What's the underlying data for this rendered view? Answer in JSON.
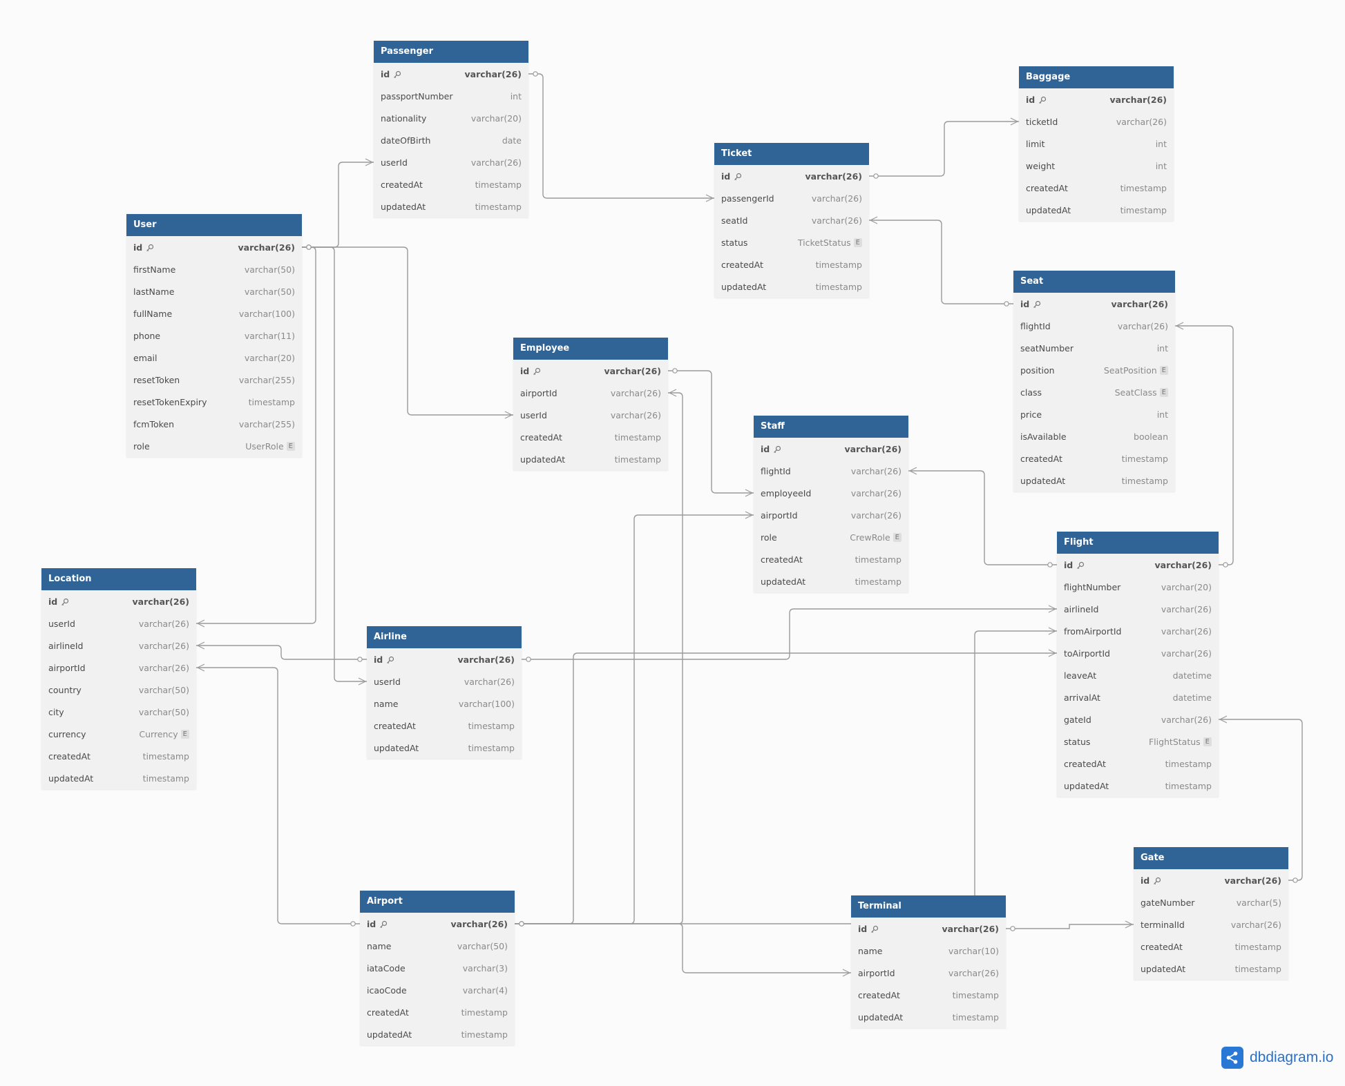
{
  "diagram": {
    "tables": [
      {
        "id": "passenger",
        "name": "Passenger",
        "fields": [
          {
            "name": "id",
            "type": "varchar(26)",
            "pk": true
          },
          {
            "name": "passportNumber",
            "type": "int"
          },
          {
            "name": "nationality",
            "type": "varchar(20)"
          },
          {
            "name": "dateOfBirth",
            "type": "date"
          },
          {
            "name": "userId",
            "type": "varchar(26)"
          },
          {
            "name": "createdAt",
            "type": "timestamp"
          },
          {
            "name": "updatedAt",
            "type": "timestamp"
          }
        ]
      },
      {
        "id": "baggage",
        "name": "Baggage",
        "fields": [
          {
            "name": "id",
            "type": "varchar(26)",
            "pk": true
          },
          {
            "name": "ticketId",
            "type": "varchar(26)"
          },
          {
            "name": "limit",
            "type": "int"
          },
          {
            "name": "weight",
            "type": "int"
          },
          {
            "name": "createdAt",
            "type": "timestamp"
          },
          {
            "name": "updatedAt",
            "type": "timestamp"
          }
        ]
      },
      {
        "id": "ticket",
        "name": "Ticket",
        "fields": [
          {
            "name": "id",
            "type": "varchar(26)",
            "pk": true
          },
          {
            "name": "passengerId",
            "type": "varchar(26)"
          },
          {
            "name": "seatId",
            "type": "varchar(26)"
          },
          {
            "name": "status",
            "type": "TicketStatus",
            "enum": true
          },
          {
            "name": "createdAt",
            "type": "timestamp"
          },
          {
            "name": "updatedAt",
            "type": "timestamp"
          }
        ]
      },
      {
        "id": "user",
        "name": "User",
        "fields": [
          {
            "name": "id",
            "type": "varchar(26)",
            "pk": true
          },
          {
            "name": "firstName",
            "type": "varchar(50)"
          },
          {
            "name": "lastName",
            "type": "varchar(50)"
          },
          {
            "name": "fullName",
            "type": "varchar(100)"
          },
          {
            "name": "phone",
            "type": "varchar(11)"
          },
          {
            "name": "email",
            "type": "varchar(20)"
          },
          {
            "name": "resetToken",
            "type": "varchar(255)"
          },
          {
            "name": "resetTokenExpiry",
            "type": "timestamp"
          },
          {
            "name": "fcmToken",
            "type": "varchar(255)"
          },
          {
            "name": "role",
            "type": "UserRole",
            "enum": true
          }
        ]
      },
      {
        "id": "seat",
        "name": "Seat",
        "fields": [
          {
            "name": "id",
            "type": "varchar(26)",
            "pk": true
          },
          {
            "name": "flightId",
            "type": "varchar(26)"
          },
          {
            "name": "seatNumber",
            "type": "int"
          },
          {
            "name": "position",
            "type": "SeatPosition",
            "enum": true
          },
          {
            "name": "class",
            "type": "SeatClass",
            "enum": true
          },
          {
            "name": "price",
            "type": "int"
          },
          {
            "name": "isAvailable",
            "type": "boolean"
          },
          {
            "name": "createdAt",
            "type": "timestamp"
          },
          {
            "name": "updatedAt",
            "type": "timestamp"
          }
        ]
      },
      {
        "id": "employee",
        "name": "Employee",
        "fields": [
          {
            "name": "id",
            "type": "varchar(26)",
            "pk": true
          },
          {
            "name": "airportId",
            "type": "varchar(26)"
          },
          {
            "name": "userId",
            "type": "varchar(26)"
          },
          {
            "name": "createdAt",
            "type": "timestamp"
          },
          {
            "name": "updatedAt",
            "type": "timestamp"
          }
        ]
      },
      {
        "id": "staff",
        "name": "Staff",
        "fields": [
          {
            "name": "id",
            "type": "varchar(26)",
            "pk": true
          },
          {
            "name": "flightId",
            "type": "varchar(26)"
          },
          {
            "name": "employeeId",
            "type": "varchar(26)"
          },
          {
            "name": "airportId",
            "type": "varchar(26)"
          },
          {
            "name": "role",
            "type": "CrewRole",
            "enum": true
          },
          {
            "name": "createdAt",
            "type": "timestamp"
          },
          {
            "name": "updatedAt",
            "type": "timestamp"
          }
        ]
      },
      {
        "id": "flight",
        "name": "Flight",
        "fields": [
          {
            "name": "id",
            "type": "varchar(26)",
            "pk": true
          },
          {
            "name": "flightNumber",
            "type": "varchar(20)"
          },
          {
            "name": "airlineId",
            "type": "varchar(26)"
          },
          {
            "name": "fromAirportId",
            "type": "varchar(26)"
          },
          {
            "name": "toAirportId",
            "type": "varchar(26)"
          },
          {
            "name": "leaveAt",
            "type": "datetime"
          },
          {
            "name": "arrivalAt",
            "type": "datetime"
          },
          {
            "name": "gateId",
            "type": "varchar(26)"
          },
          {
            "name": "status",
            "type": "FlightStatus",
            "enum": true
          },
          {
            "name": "createdAt",
            "type": "timestamp"
          },
          {
            "name": "updatedAt",
            "type": "timestamp"
          }
        ]
      },
      {
        "id": "location",
        "name": "Location",
        "fields": [
          {
            "name": "id",
            "type": "varchar(26)",
            "pk": true
          },
          {
            "name": "userId",
            "type": "varchar(26)"
          },
          {
            "name": "airlineId",
            "type": "varchar(26)"
          },
          {
            "name": "airportId",
            "type": "varchar(26)"
          },
          {
            "name": "country",
            "type": "varchar(50)"
          },
          {
            "name": "city",
            "type": "varchar(50)"
          },
          {
            "name": "currency",
            "type": "Currency",
            "enum": true
          },
          {
            "name": "createdAt",
            "type": "timestamp"
          },
          {
            "name": "updatedAt",
            "type": "timestamp"
          }
        ]
      },
      {
        "id": "airline",
        "name": "Airline",
        "fields": [
          {
            "name": "id",
            "type": "varchar(26)",
            "pk": true
          },
          {
            "name": "userId",
            "type": "varchar(26)"
          },
          {
            "name": "name",
            "type": "varchar(100)"
          },
          {
            "name": "createdAt",
            "type": "timestamp"
          },
          {
            "name": "updatedAt",
            "type": "timestamp"
          }
        ]
      },
      {
        "id": "airport",
        "name": "Airport",
        "fields": [
          {
            "name": "id",
            "type": "varchar(26)",
            "pk": true
          },
          {
            "name": "name",
            "type": "varchar(50)"
          },
          {
            "name": "iataCode",
            "type": "varchar(3)"
          },
          {
            "name": "icaoCode",
            "type": "varchar(4)"
          },
          {
            "name": "createdAt",
            "type": "timestamp"
          },
          {
            "name": "updatedAt",
            "type": "timestamp"
          }
        ]
      },
      {
        "id": "terminal",
        "name": "Terminal",
        "fields": [
          {
            "name": "id",
            "type": "varchar(26)",
            "pk": true
          },
          {
            "name": "name",
            "type": "varchar(10)"
          },
          {
            "name": "airportId",
            "type": "varchar(26)"
          },
          {
            "name": "createdAt",
            "type": "timestamp"
          },
          {
            "name": "updatedAt",
            "type": "timestamp"
          }
        ]
      },
      {
        "id": "gate",
        "name": "Gate",
        "fields": [
          {
            "name": "id",
            "type": "varchar(26)",
            "pk": true
          },
          {
            "name": "gateNumber",
            "type": "varchar(5)"
          },
          {
            "name": "terminalId",
            "type": "varchar(26)"
          },
          {
            "name": "createdAt",
            "type": "timestamp"
          },
          {
            "name": "updatedAt",
            "type": "timestamp"
          }
        ]
      }
    ],
    "relations": [
      {
        "from": [
          "passenger",
          "userId"
        ],
        "to": [
          "user",
          "id"
        ]
      },
      {
        "from": [
          "ticket",
          "passengerId"
        ],
        "to": [
          "passenger",
          "id"
        ]
      },
      {
        "from": [
          "baggage",
          "ticketId"
        ],
        "to": [
          "ticket",
          "id"
        ]
      },
      {
        "from": [
          "ticket",
          "seatId"
        ],
        "to": [
          "seat",
          "id"
        ]
      },
      {
        "from": [
          "seat",
          "flightId"
        ],
        "to": [
          "flight",
          "id"
        ]
      },
      {
        "from": [
          "employee",
          "userId"
        ],
        "to": [
          "user",
          "id"
        ]
      },
      {
        "from": [
          "employee",
          "airportId"
        ],
        "to": [
          "airport",
          "id"
        ]
      },
      {
        "from": [
          "staff",
          "employeeId"
        ],
        "to": [
          "employee",
          "id"
        ]
      },
      {
        "from": [
          "staff",
          "flightId"
        ],
        "to": [
          "flight",
          "id"
        ]
      },
      {
        "from": [
          "staff",
          "airportId"
        ],
        "to": [
          "airport",
          "id"
        ]
      },
      {
        "from": [
          "location",
          "userId"
        ],
        "to": [
          "user",
          "id"
        ]
      },
      {
        "from": [
          "location",
          "airlineId"
        ],
        "to": [
          "airline",
          "id"
        ]
      },
      {
        "from": [
          "location",
          "airportId"
        ],
        "to": [
          "airport",
          "id"
        ]
      },
      {
        "from": [
          "airline",
          "userId"
        ],
        "to": [
          "user",
          "id"
        ]
      },
      {
        "from": [
          "flight",
          "airlineId"
        ],
        "to": [
          "airline",
          "id"
        ]
      },
      {
        "from": [
          "flight",
          "fromAirportId"
        ],
        "to": [
          "airport",
          "id"
        ]
      },
      {
        "from": [
          "flight",
          "toAirportId"
        ],
        "to": [
          "airport",
          "id"
        ]
      },
      {
        "from": [
          "flight",
          "gateId"
        ],
        "to": [
          "gate",
          "id"
        ]
      },
      {
        "from": [
          "terminal",
          "airportId"
        ],
        "to": [
          "airport",
          "id"
        ]
      },
      {
        "from": [
          "gate",
          "terminalId"
        ],
        "to": [
          "terminal",
          "id"
        ]
      }
    ]
  },
  "brand": {
    "label": "dbdiagram.io",
    "icon": "share-nodes-icon"
  },
  "colors": {
    "header": "#316496",
    "body": "#f1f1f1",
    "line": "#9a9a9a",
    "brand": "#2a70c8"
  }
}
